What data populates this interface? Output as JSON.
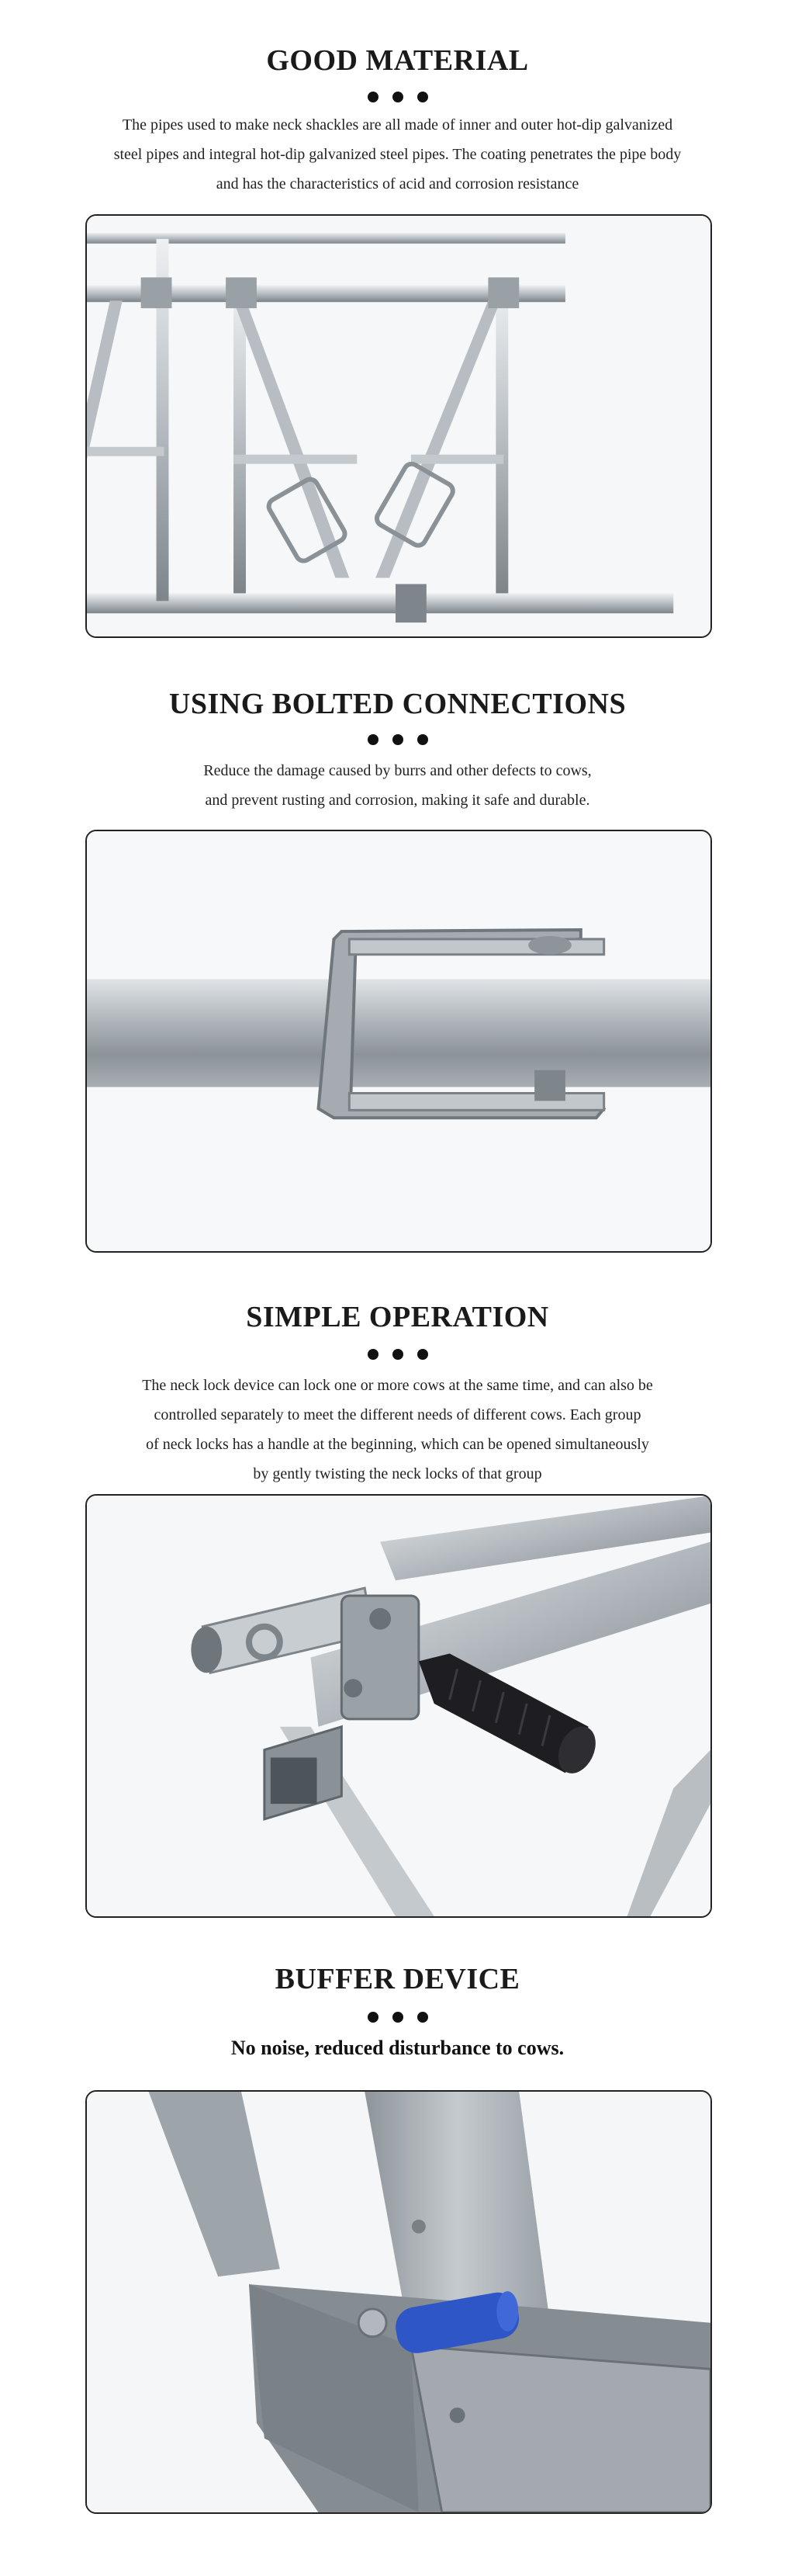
{
  "sections": [
    {
      "title": "GOOD MATERIAL",
      "lines": [
        "The pipes used to make neck shackles are all made of inner and outer hot-dip galvanized",
        "steel pipes and integral hot-dip galvanized steel pipes. The coating penetrates the pipe body",
        "and has the characteristics of acid and corrosion resistance"
      ]
    },
    {
      "title": "USING BOLTED CONNECTIONS",
      "lines": [
        "Reduce the damage caused by burrs and other defects to cows,",
        "and prevent rusting and corrosion, making it safe and durable."
      ]
    },
    {
      "title": "SIMPLE OPERATION",
      "lines": [
        "The neck lock device can lock one or more cows  at the same time, and can also be",
        "controlled separately to meet the different needs of different cows. Each group",
        "of neck locks has a handle at the beginning, which can be opened simultaneously",
        "by gently twisting the  neck locks of that group"
      ]
    },
    {
      "title": "BUFFER DEVICE",
      "lines": [
        "No noise, reduced disturbance to cows."
      ]
    }
  ],
  "colors": {
    "steel_light": "#d9dde0",
    "steel_mid": "#a9afb4",
    "steel_dark": "#6f767c",
    "handle": "#1e1e22",
    "buffer_blue": "#2f56c7"
  },
  "images": [
    "galvanized-neck-lock-frame",
    "bolted-u-clamp-on-pipe",
    "neck-lock-handle-closeup",
    "blue-buffer-roller-closeup"
  ]
}
